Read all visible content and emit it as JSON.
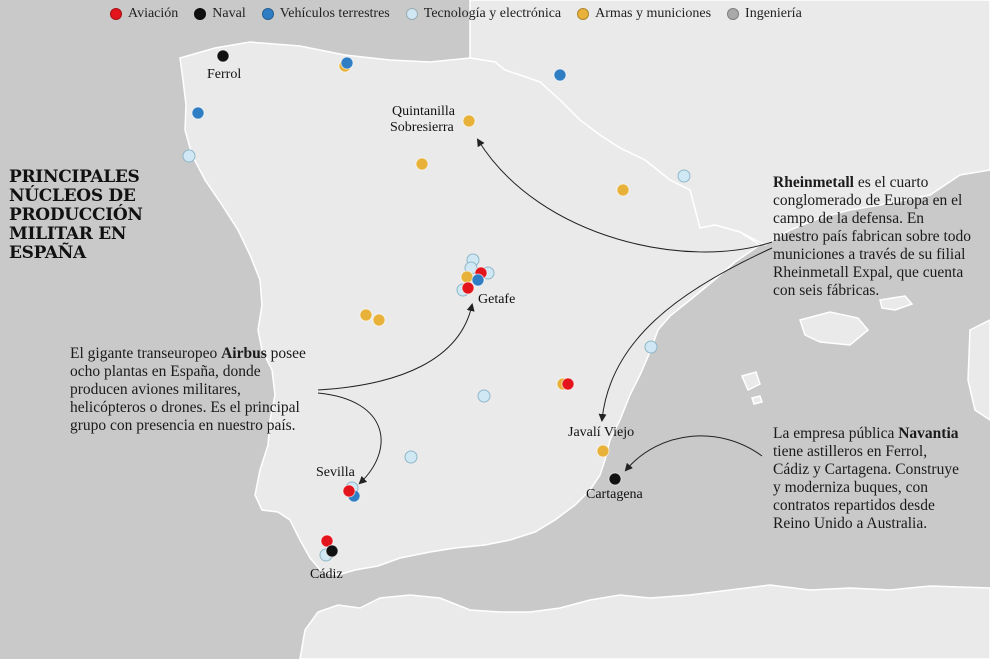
{
  "legend": [
    {
      "label": "Aviación",
      "color": "#e3141b"
    },
    {
      "label": "Naval",
      "color": "#111111"
    },
    {
      "label": "Vehículos terrestres",
      "color": "#2f7ec4"
    },
    {
      "label": "Tecnología y electrónica",
      "color": "#cfe8f3"
    },
    {
      "label": "Armas y municiones",
      "color": "#e8b23a"
    },
    {
      "label": "Ingeniería",
      "color": "#a9a9a9"
    }
  ],
  "title": {
    "line1": "PRINCIPALES",
    "line2": "NÚCLEOS DE",
    "line3": "PRODUCCIÓN",
    "line4": "MILITAR EN",
    "line5": "ESPAÑA"
  },
  "cities": {
    "ferrol": "Ferrol",
    "quintanilla1": "Quintanilla",
    "quintanilla2": "Sobresierra",
    "getafe": "Getafe",
    "sevilla": "Sevilla",
    "cadiz": "Cádiz",
    "javali": "Javalí Viejo",
    "cartagena": "Cartagena"
  },
  "notes": {
    "rheinmetall": {
      "bold": "Rheinmetall",
      "text": " es el cuarto conglomerado de Europa en el campo de la defensa. En nuestro país fabrican sobre todo municiones a través de su filial Rheinmetall Expal, que cuenta con seis fábricas."
    },
    "airbus": {
      "pre": "El gigante transeuropeo ",
      "bold": "Airbus",
      "text": " posee ocho plantas en España, donde producen aviones militares, helicópteros o drones. Es el principal grupo con presencia en nuestro país."
    },
    "navantia": {
      "pre": "La empresa pública ",
      "bold": "Navantia",
      "text": " tiene astilleros en Ferrol, Cádiz y Cartagena. Construye y moderniza buques, con contratos repartidos desde Reino Unido a Australia."
    }
  },
  "map_points": [
    {
      "category": "Naval",
      "site": "Ferrol"
    },
    {
      "category": "Armas y municiones"
    },
    {
      "category": "Vehículos terrestres"
    },
    {
      "category": "Vehículos terrestres"
    },
    {
      "category": "Vehículos terrestres"
    },
    {
      "category": "Tecnología y electrónica"
    },
    {
      "category": "Armas y municiones",
      "site": "Quintanilla Sobresierra"
    },
    {
      "category": "Armas y municiones"
    },
    {
      "category": "Armas y municiones"
    },
    {
      "category": "Tecnología y electrónica"
    },
    {
      "category": "Tecnología y electrónica"
    },
    {
      "category": "Tecnología y electrónica"
    },
    {
      "category": "Tecnología y electrónica"
    },
    {
      "category": "Armas y municiones"
    },
    {
      "category": "Aviación"
    },
    {
      "category": "Vehículos terrestres"
    },
    {
      "category": "Tecnología y electrónica"
    },
    {
      "category": "Aviación",
      "site": "Getafe"
    },
    {
      "category": "Armas y municiones"
    },
    {
      "category": "Armas y municiones"
    },
    {
      "category": "Tecnología y electrónica"
    },
    {
      "category": "Armas y municiones"
    },
    {
      "category": "Aviación"
    },
    {
      "category": "Tecnología y electrónica"
    },
    {
      "category": "Tecnología y electrónica"
    },
    {
      "category": "Tecnología y electrónica"
    },
    {
      "category": "Vehículos terrestres"
    },
    {
      "category": "Aviación",
      "site": "Sevilla"
    },
    {
      "category": "Aviación"
    },
    {
      "category": "Ingeniería"
    },
    {
      "category": "Tecnología y electrónica"
    },
    {
      "category": "Naval",
      "site": "Cádiz"
    },
    {
      "category": "Armas y municiones",
      "site": "Javalí Viejo"
    },
    {
      "category": "Naval",
      "site": "Cartagena"
    }
  ]
}
